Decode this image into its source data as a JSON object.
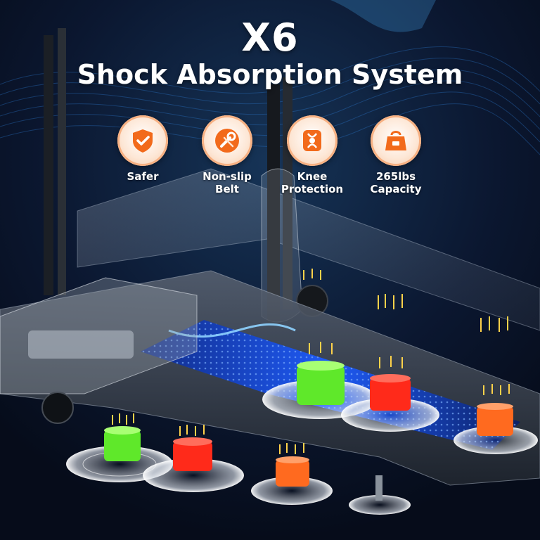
{
  "headline": {
    "model": "X6",
    "subtitle": "Shock Absorption System"
  },
  "features": [
    {
      "label": "Safer",
      "icon": "shield-check-icon"
    },
    {
      "label": "Non-slip\nBelt",
      "icon": "wrench-icon"
    },
    {
      "label": "Knee\nProtection",
      "icon": "knee-brace-icon"
    },
    {
      "label": "265lbs\nCapacity",
      "icon": "weight-icon"
    }
  ],
  "colors": {
    "background": "#0a1326",
    "badge_accent": "#f26a1b",
    "pad_green": "#5fe82a",
    "pad_red": "#ff2a1a",
    "pad_orange": "#ff6a1f",
    "belt_blue": "#1d5cff"
  }
}
